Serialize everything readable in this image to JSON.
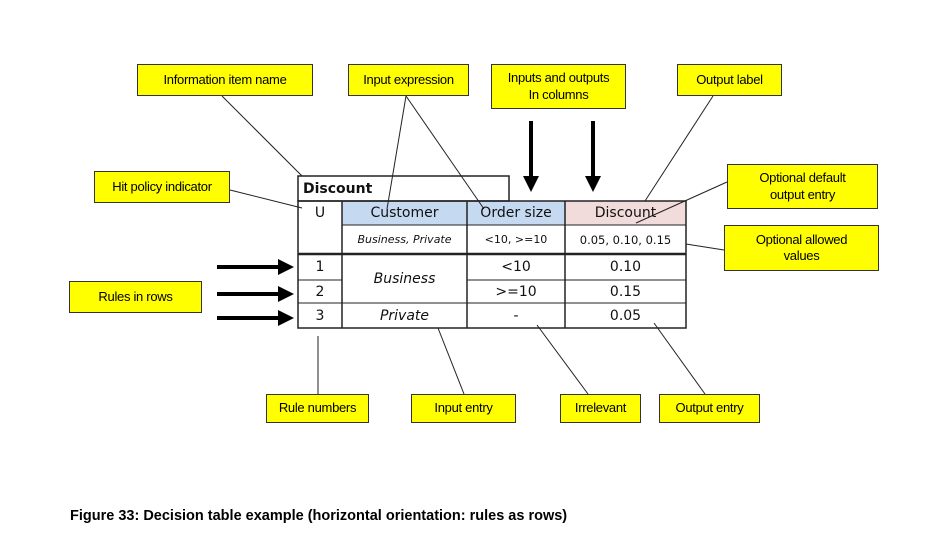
{
  "callouts": {
    "information_item_name": "Information item name",
    "input_expression": "Input expression",
    "inputs_outputs_line1": "Inputs and outputs",
    "inputs_outputs_line2": "In columns",
    "output_label": "Output label",
    "hit_policy_indicator": "Hit policy indicator",
    "optional_default_line1": "Optional default",
    "optional_default_line2": "output entry",
    "optional_allowed_line1": "Optional allowed",
    "optional_allowed_line2": "values",
    "rules_in_rows": "Rules in rows",
    "rule_numbers": "Rule numbers",
    "input_entry": "Input entry",
    "irrelevant": "Irrelevant",
    "output_entry": "Output entry"
  },
  "table": {
    "name": "Discount",
    "hit_policy": "U",
    "headers": {
      "customer": "Customer",
      "order_size": "Order size",
      "discount": "Discount"
    },
    "allowed_values": {
      "customer": "Business, Private",
      "order_size": "<10, >=10",
      "discount": "0.05, 0.10, 0.15"
    },
    "rules": [
      {
        "number": "1",
        "customer": "Business",
        "order_size": "<10",
        "discount": "0.10"
      },
      {
        "number": "2",
        "customer": "Business",
        "order_size": ">=10",
        "discount": "0.15"
      },
      {
        "number": "3",
        "customer": "Private",
        "order_size": "-",
        "discount": "0.05"
      }
    ]
  },
  "colors": {
    "callout": "#ffff00",
    "input_header": "#c5d9f1",
    "output_header": "#f2dcdb"
  },
  "caption": "Figure 33:  Decision table example (horizontal orientation:  rules as rows)"
}
